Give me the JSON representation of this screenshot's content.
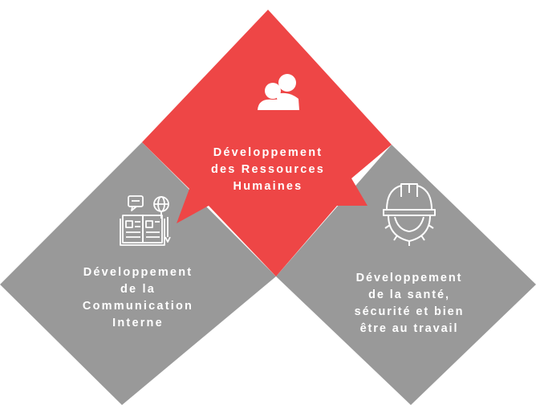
{
  "colors": {
    "center_diamond": "#EE4646",
    "side_diamonds": "#999999",
    "text": "#FFFFFF",
    "background": "#FFFFFF"
  },
  "boxes": {
    "top": {
      "icon": "people-icon",
      "lines": [
        "Développement",
        "des Ressources",
        "Humaines"
      ]
    },
    "left": {
      "icon": "internal-communication-icon",
      "lines": [
        "Développement",
        "de la",
        "Communication",
        "Interne"
      ]
    },
    "right": {
      "icon": "safety-helmet-gear-icon",
      "lines": [
        "Développement",
        "de la santé,",
        "sécurité et bien",
        "être au travail"
      ]
    }
  }
}
